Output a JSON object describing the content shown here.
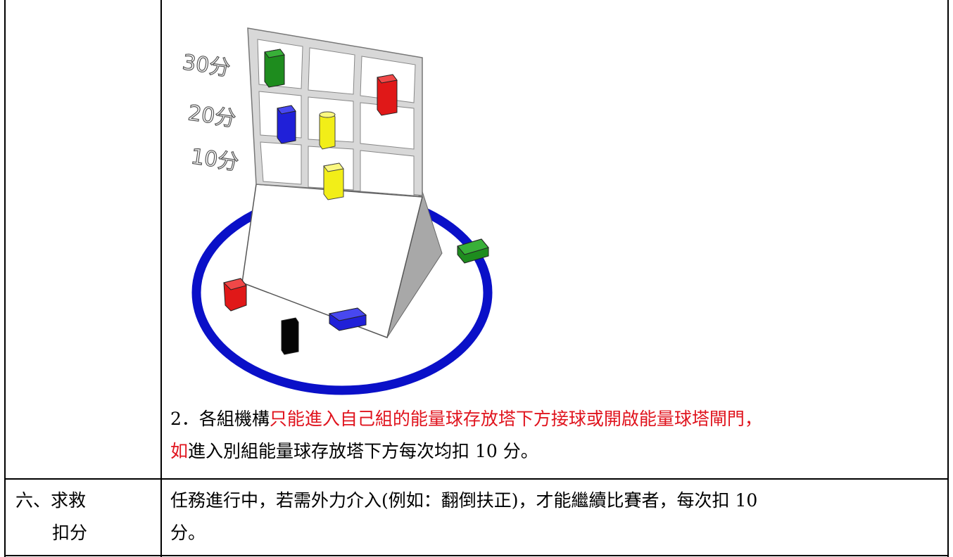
{
  "figure": {
    "tier_labels": [
      "30分",
      "20分",
      "10分"
    ],
    "colors": {
      "green": "#1e8c1e",
      "red": "#e01818",
      "blue": "#2020d8",
      "yellow": "#f2ee18",
      "black": "#050505",
      "ring": "#0a10c8",
      "frame": "#d8d8d8",
      "ramp": "#ffffff",
      "support": "#a8a8a8"
    }
  },
  "row1": {
    "rule_prefix": "2．各組機構",
    "rule_red": "只能進入自己組的能量球存放塔下方接球或開啟能量球塔閘門，",
    "rule_red2": "如",
    "rule_rest": "進入別組能量球存放塔下方每次均扣 10 分。"
  },
  "row2": {
    "label_line1": "六、求救",
    "label_line2": "扣分",
    "desc_line1": "任務進行中，若需外力介入(例如：翻倒扶正)，才能繼續比賽者，每次扣 10",
    "desc_line2": "分。"
  }
}
